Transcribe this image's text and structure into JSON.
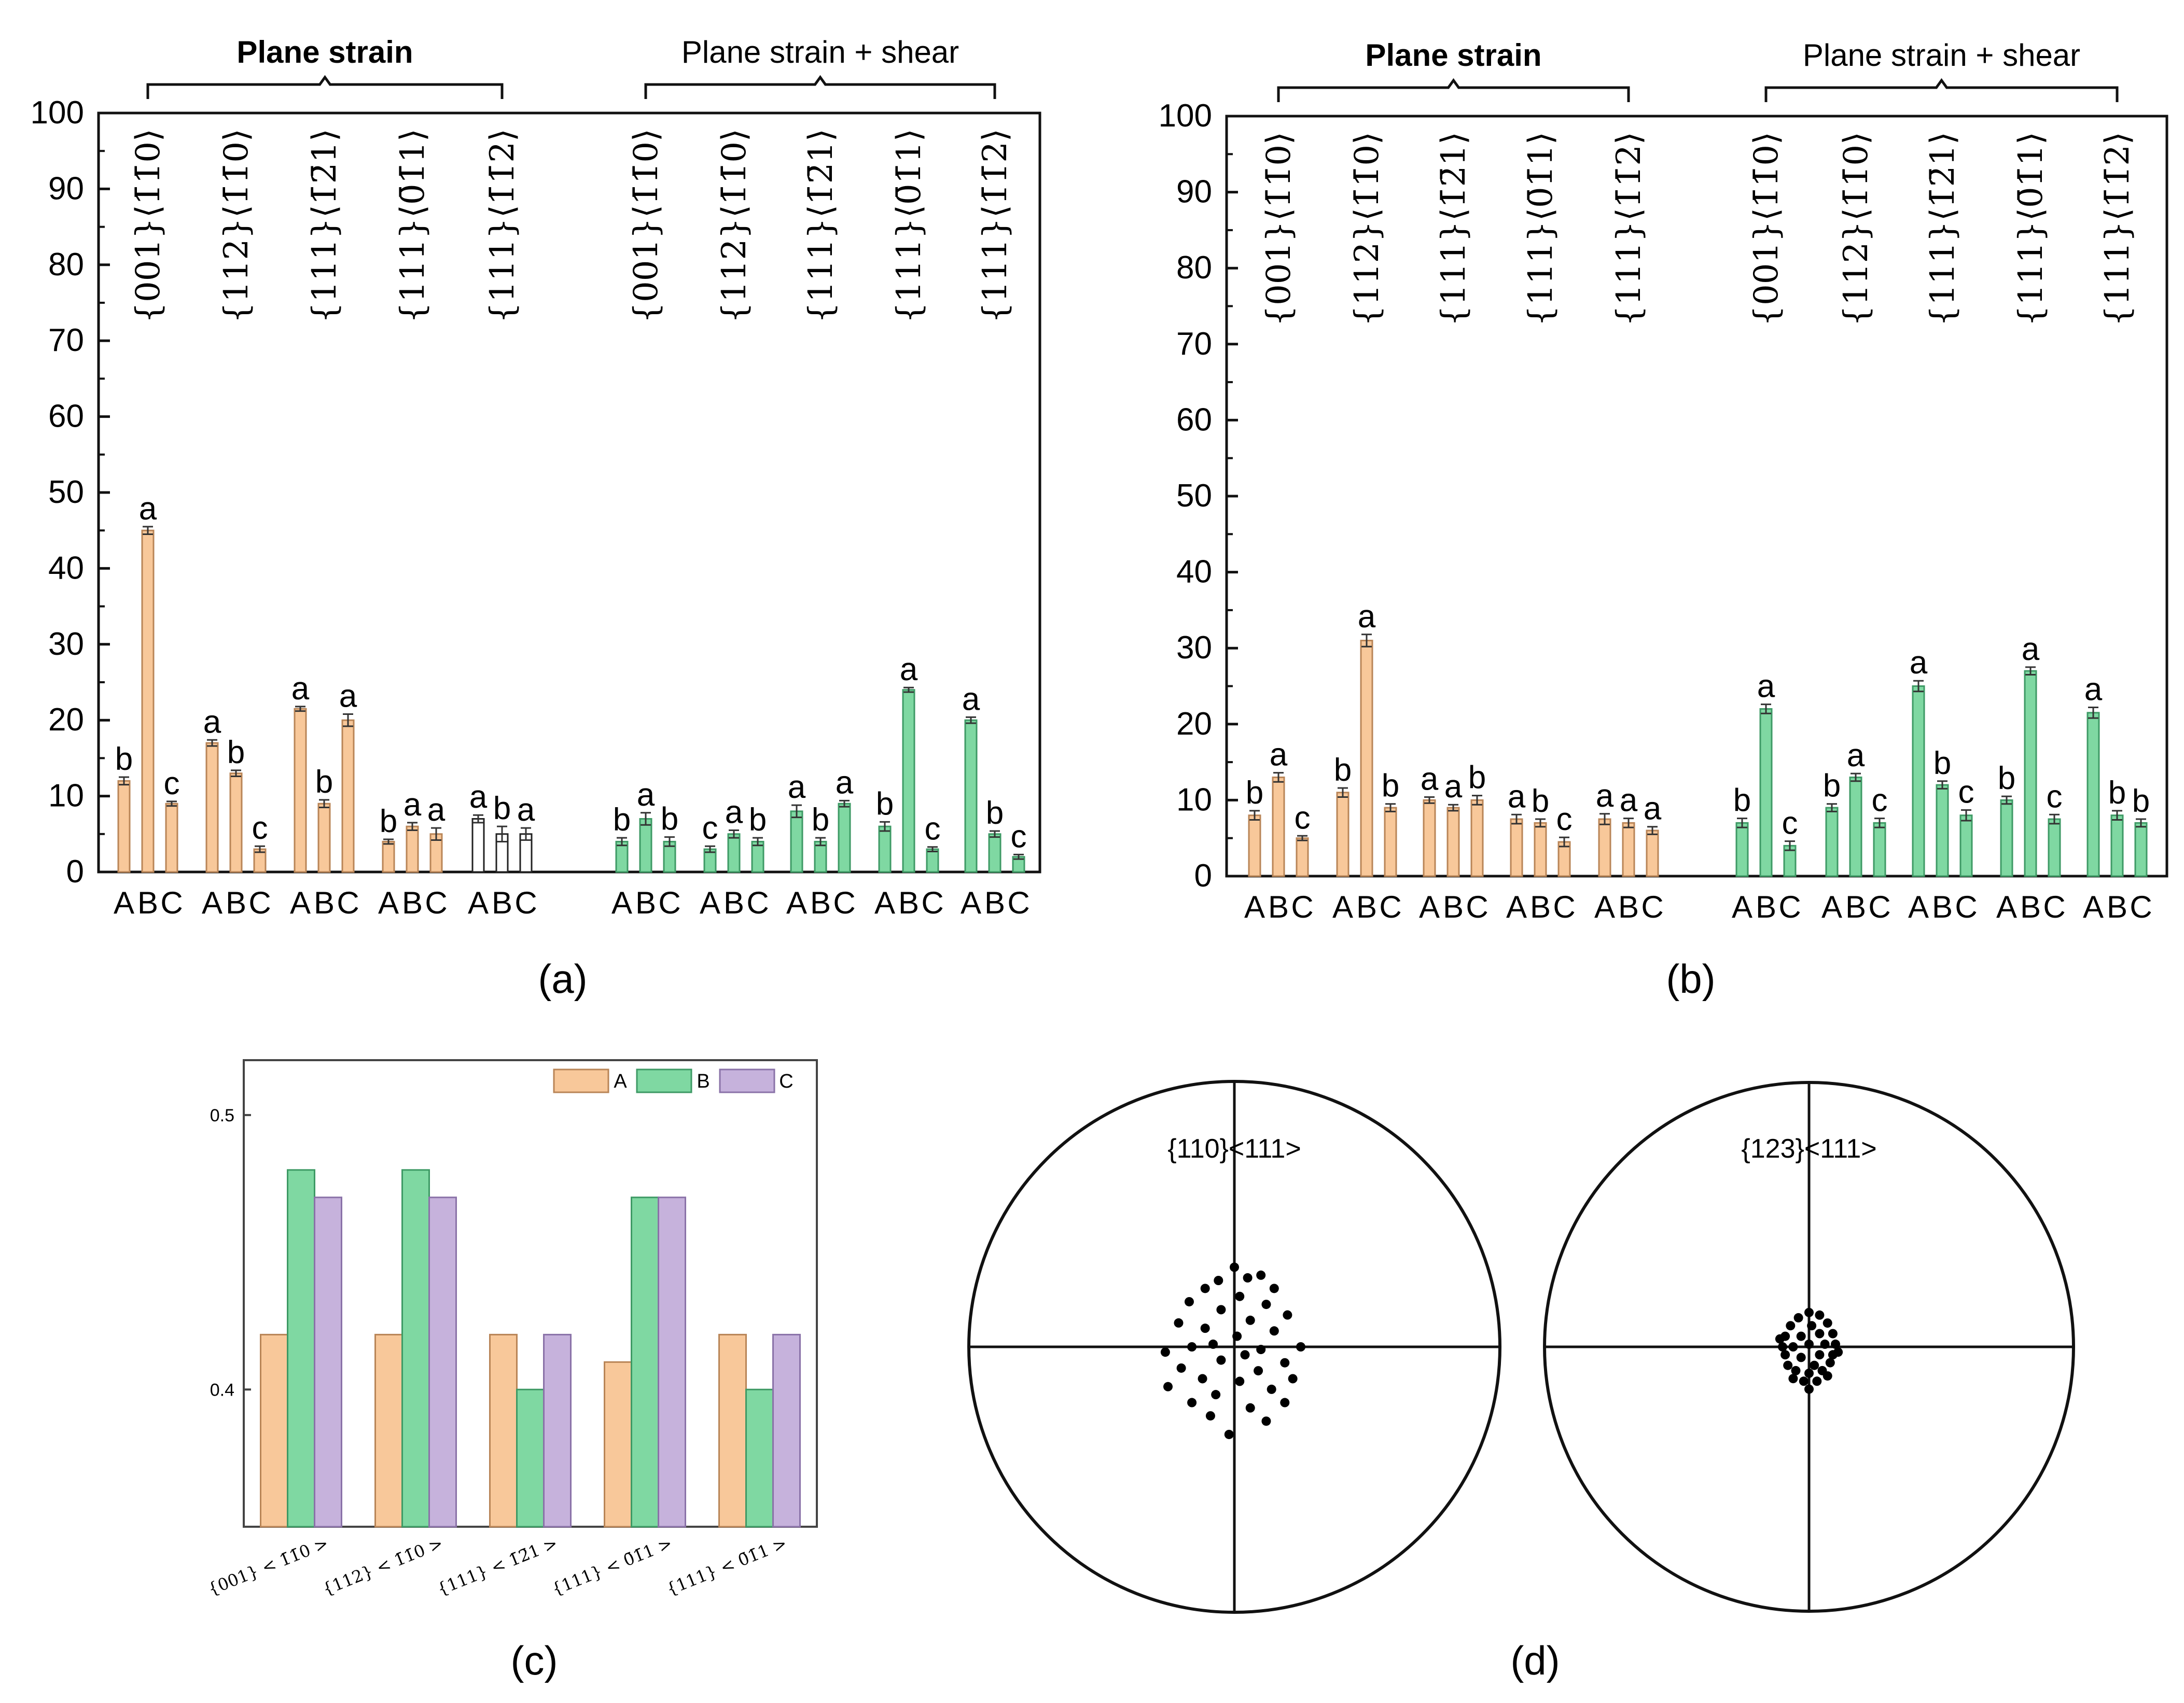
{
  "panels": {
    "a": {
      "caption": "(a)"
    },
    "b": {
      "caption": "(b)"
    },
    "c": {
      "caption": "(c)"
    },
    "d": {
      "caption": "(d)"
    }
  },
  "colors": {
    "A": "#F8C89A",
    "B": "#7FD8A2",
    "C": "#C6B2DC",
    "A_stroke": "#B98557",
    "B_stroke": "#3E9A65",
    "C_stroke": "#8A72A8",
    "axis": "#111111"
  },
  "chart_data": [
    {
      "id": "a",
      "type": "bar",
      "ylim": [
        0,
        100
      ],
      "yticks": [
        0,
        10,
        20,
        30,
        40,
        50,
        60,
        70,
        80,
        90,
        100
      ],
      "grid": false,
      "bar_letters": [
        "A",
        "B",
        "C"
      ],
      "group_headers": [
        {
          "label": "Plane strain",
          "bold": true,
          "groups": [
            0,
            4
          ]
        },
        {
          "label": "Plane strain + shear",
          "bold": false,
          "groups": [
            5,
            9
          ]
        }
      ],
      "groups": [
        {
          "label": "{001}⟨1̄1̄0⟩",
          "condition": "Plane strain",
          "values": [
            12,
            45,
            9
          ],
          "errors": [
            0.5,
            0.5,
            0.3
          ],
          "letters": [
            "b",
            "a",
            "c"
          ]
        },
        {
          "label": "{112}⟨1̄1̄0⟩",
          "condition": "Plane strain",
          "values": [
            17,
            13,
            3
          ],
          "errors": [
            0.4,
            0.4,
            0.4
          ],
          "letters": [
            "a",
            "b",
            "c"
          ]
        },
        {
          "label": "{111}⟨1̄2̄1⟩",
          "condition": "Plane strain",
          "values": [
            21.5,
            9,
            20
          ],
          "errors": [
            0.3,
            0.5,
            0.8
          ],
          "letters": [
            "a",
            "b",
            "a"
          ]
        },
        {
          "label": "{111}⟨0̄1̄1⟩",
          "condition": "Plane strain",
          "values": [
            4,
            6,
            5
          ],
          "errors": [
            0.3,
            0.5,
            0.8
          ],
          "letters": [
            "b",
            "a",
            "a"
          ]
        },
        {
          "label": "{111}⟨1̄1̄2⟩",
          "condition": "Plane strain",
          "values": [
            7,
            5,
            5
          ],
          "errors": [
            0.5,
            1.0,
            0.8
          ],
          "letters": [
            "a",
            "b",
            "a"
          ]
        },
        {
          "label": "{001}⟨1̄1̄0⟩",
          "condition": "Plane strain + shear",
          "values": [
            4,
            7,
            4
          ],
          "errors": [
            0.5,
            0.8,
            0.6
          ],
          "letters": [
            "b",
            "a",
            "b"
          ]
        },
        {
          "label": "{112}⟨1̄1̄0⟩",
          "condition": "Plane strain + shear",
          "values": [
            3,
            5,
            4
          ],
          "errors": [
            0.4,
            0.5,
            0.5
          ],
          "letters": [
            "c",
            "a",
            "b"
          ]
        },
        {
          "label": "{111}⟨1̄2̄1⟩",
          "condition": "Plane strain + shear",
          "values": [
            8,
            4,
            9
          ],
          "errors": [
            0.8,
            0.5,
            0.4
          ],
          "letters": [
            "a",
            "b",
            "a"
          ]
        },
        {
          "label": "{111}⟨0̄1̄1⟩",
          "condition": "Plane strain + shear",
          "values": [
            6,
            24,
            3
          ],
          "errors": [
            0.6,
            0.3,
            0.3
          ],
          "letters": [
            "b",
            "a",
            "c"
          ]
        },
        {
          "label": "{111}⟨1̄1̄2⟩",
          "condition": "Plane strain + shear",
          "values": [
            20,
            5,
            2
          ],
          "errors": [
            0.4,
            0.4,
            0.3
          ],
          "letters": [
            "a",
            "b",
            "c"
          ]
        }
      ]
    },
    {
      "id": "b",
      "type": "bar",
      "ylim": [
        0,
        100
      ],
      "yticks": [
        0,
        10,
        20,
        30,
        40,
        50,
        60,
        70,
        80,
        90,
        100
      ],
      "grid": false,
      "bar_letters": [
        "A",
        "B",
        "C"
      ],
      "group_headers": [
        {
          "label": "Plane strain",
          "bold": true,
          "groups": [
            0,
            4
          ]
        },
        {
          "label": "Plane strain + shear",
          "bold": false,
          "groups": [
            5,
            9
          ]
        }
      ],
      "groups": [
        {
          "label": "{001}⟨1̄1̄0⟩",
          "condition": "Plane strain",
          "values": [
            8,
            13,
            5
          ],
          "errors": [
            0.6,
            0.6,
            0.3
          ],
          "letters": [
            "b",
            "a",
            "c"
          ]
        },
        {
          "label": "{112}⟨1̄1̄0⟩",
          "condition": "Plane strain",
          "values": [
            11,
            31,
            9
          ],
          "errors": [
            0.6,
            0.8,
            0.5
          ],
          "letters": [
            "b",
            "a",
            "b"
          ]
        },
        {
          "label": "{111}⟨1̄2̄1⟩",
          "condition": "Plane strain",
          "values": [
            10,
            9,
            10
          ],
          "errors": [
            0.4,
            0.4,
            0.6
          ],
          "letters": [
            "a",
            "a",
            "b"
          ]
        },
        {
          "label": "{111}⟨0̄1̄1⟩",
          "condition": "Plane strain",
          "values": [
            7.5,
            7,
            4.5
          ],
          "errors": [
            0.6,
            0.5,
            0.6
          ],
          "letters": [
            "a",
            "b",
            "c"
          ]
        },
        {
          "label": "{111}⟨1̄1̄2⟩",
          "condition": "Plane strain",
          "values": [
            7.5,
            7,
            6
          ],
          "errors": [
            0.7,
            0.6,
            0.5
          ],
          "letters": [
            "a",
            "a",
            "a"
          ]
        },
        {
          "label": "{001}⟨1̄1̄0⟩",
          "condition": "Plane strain + shear",
          "values": [
            7,
            22,
            4
          ],
          "errors": [
            0.6,
            0.6,
            0.6
          ],
          "letters": [
            "b",
            "a",
            "c"
          ]
        },
        {
          "label": "{112}⟨1̄1̄0⟩",
          "condition": "Plane strain + shear",
          "values": [
            9,
            13,
            7
          ],
          "errors": [
            0.5,
            0.5,
            0.6
          ],
          "letters": [
            "b",
            "a",
            "c"
          ]
        },
        {
          "label": "{111}⟨1̄2̄1⟩",
          "condition": "Plane strain + shear",
          "values": [
            25,
            12,
            8
          ],
          "errors": [
            0.7,
            0.5,
            0.7
          ],
          "letters": [
            "a",
            "b",
            "c"
          ]
        },
        {
          "label": "{111}⟨0̄1̄1⟩",
          "condition": "Plane strain + shear",
          "values": [
            10,
            27,
            7.5
          ],
          "errors": [
            0.5,
            0.5,
            0.6
          ],
          "letters": [
            "b",
            "a",
            "c"
          ]
        },
        {
          "label": "{111}⟨1̄1̄2⟩",
          "condition": "Plane strain + shear",
          "values": [
            21.5,
            8,
            7
          ],
          "errors": [
            0.7,
            0.6,
            0.5
          ],
          "letters": [
            "a",
            "b",
            "b"
          ]
        }
      ]
    },
    {
      "id": "c",
      "type": "bar",
      "ylim": [
        0.35,
        0.52
      ],
      "yticks": [
        0.4,
        0.5
      ],
      "grid": false,
      "legend": {
        "position": "top-right",
        "entries": [
          "A",
          "B",
          "C"
        ]
      },
      "categories": [
        "{001} < 1̄1̄0 >",
        "{112} < 1̄1̄0 >",
        "{111} < 1̄2̄1 >",
        "{111} < 0̄1̄1 >",
        "{111} < 0̄1̄1 >"
      ],
      "series": [
        {
          "name": "A",
          "values": [
            0.42,
            0.42,
            0.42,
            0.41,
            0.42
          ]
        },
        {
          "name": "B",
          "values": [
            0.48,
            0.48,
            0.4,
            0.47,
            0.4
          ]
        },
        {
          "name": "C",
          "values": [
            0.47,
            0.47,
            0.42,
            0.47,
            0.42
          ]
        }
      ]
    }
  ],
  "pole_figures": [
    {
      "label": "{110}<111>",
      "points": [
        [
          0.0,
          0.3
        ],
        [
          0.05,
          0.26
        ],
        [
          -0.06,
          0.25
        ],
        [
          0.1,
          0.27
        ],
        [
          -0.11,
          0.22
        ],
        [
          0.15,
          0.22
        ],
        [
          0.02,
          0.19
        ],
        [
          -0.17,
          0.17
        ],
        [
          0.12,
          0.16
        ],
        [
          -0.05,
          0.14
        ],
        [
          0.2,
          0.12
        ],
        [
          0.06,
          0.1
        ],
        [
          -0.21,
          0.09
        ],
        [
          -0.11,
          0.07
        ],
        [
          0.15,
          0.06
        ],
        [
          0.01,
          0.04
        ],
        [
          -0.08,
          0.01
        ],
        [
          0.25,
          0.0
        ],
        [
          0.1,
          -0.01
        ],
        [
          -0.26,
          -0.02
        ],
        [
          -0.16,
          0.0
        ],
        [
          0.04,
          -0.03
        ],
        [
          0.19,
          -0.06
        ],
        [
          -0.05,
          -0.05
        ],
        [
          -0.2,
          -0.08
        ],
        [
          0.09,
          -0.09
        ],
        [
          0.22,
          -0.12
        ],
        [
          -0.12,
          -0.12
        ],
        [
          0.02,
          -0.13
        ],
        [
          -0.25,
          -0.15
        ],
        [
          0.14,
          -0.16
        ],
        [
          -0.07,
          -0.18
        ],
        [
          0.19,
          -0.21
        ],
        [
          -0.16,
          -0.21
        ],
        [
          0.06,
          -0.23
        ],
        [
          -0.09,
          -0.26
        ],
        [
          0.12,
          -0.28
        ],
        [
          -0.02,
          -0.33
        ]
      ]
    },
    {
      "label": "{123}<111>",
      "points": [
        [
          0.0,
          0.13
        ],
        [
          0.04,
          0.12
        ],
        [
          -0.04,
          0.11
        ],
        [
          0.07,
          0.09
        ],
        [
          -0.07,
          0.08
        ],
        [
          0.01,
          0.08
        ],
        [
          0.09,
          0.05
        ],
        [
          -0.09,
          0.04
        ],
        [
          0.04,
          0.05
        ],
        [
          -0.03,
          0.04
        ],
        [
          0.1,
          0.01
        ],
        [
          -0.1,
          0.0
        ],
        [
          0.06,
          0.01
        ],
        [
          -0.06,
          0.0
        ],
        [
          0.0,
          0.01
        ],
        [
          0.09,
          -0.03
        ],
        [
          -0.09,
          -0.03
        ],
        [
          0.04,
          -0.03
        ],
        [
          -0.03,
          -0.04
        ],
        [
          0.08,
          -0.06
        ],
        [
          -0.08,
          -0.07
        ],
        [
          0.02,
          -0.07
        ],
        [
          0.05,
          -0.09
        ],
        [
          -0.05,
          -0.09
        ],
        [
          0.0,
          -0.1
        ],
        [
          0.07,
          -0.11
        ],
        [
          -0.06,
          -0.12
        ],
        [
          0.03,
          -0.13
        ],
        [
          -0.02,
          -0.13
        ],
        [
          0.0,
          -0.16
        ],
        [
          0.11,
          -0.02
        ],
        [
          -0.11,
          0.03
        ]
      ]
    }
  ]
}
